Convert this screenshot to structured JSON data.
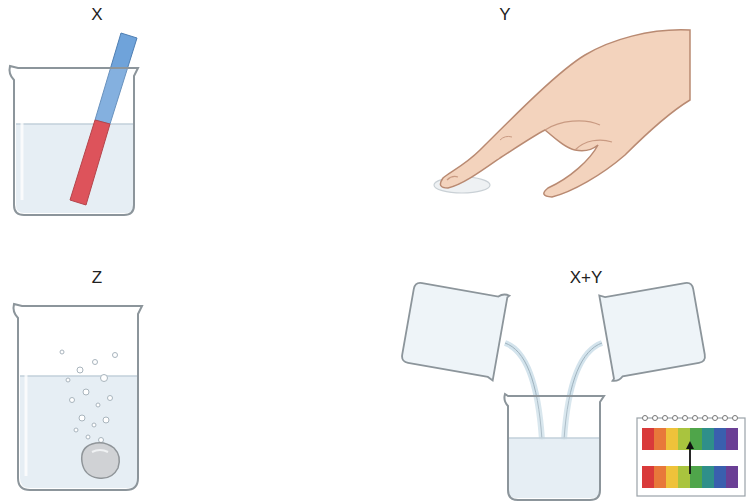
{
  "diagram": {
    "labels": [
      "X",
      "Y",
      "Z",
      "X+Y"
    ]
  }
}
